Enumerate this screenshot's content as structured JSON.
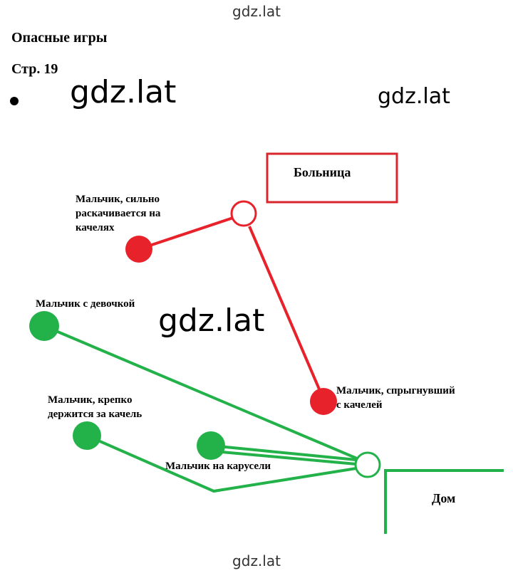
{
  "watermarks": {
    "top": "gdz.lat",
    "big1": "gdz.lat",
    "big2": "gdz.lat",
    "big3": "gdz.lat",
    "bottom": "gdz.lat"
  },
  "heading": {
    "title": "Опасные игры",
    "page": "Стр. 19"
  },
  "colors": {
    "danger": "#e8222a",
    "safe": "#23b24a",
    "box": "#d9262c"
  },
  "diagram": {
    "hospital": "Больница",
    "home": "Дом",
    "swing_hard_lines": [
      "Мальчик, сильно",
      "раскачивается на",
      "качелях"
    ],
    "jumped_lines": [
      "Мальчик, спрыгнувший",
      "с качелей"
    ],
    "boy_girl": "Мальчик с девочкой",
    "holds_lines": [
      "Мальчик, крепко",
      "держится за качель"
    ],
    "carousel": "Мальчик на карусели"
  }
}
